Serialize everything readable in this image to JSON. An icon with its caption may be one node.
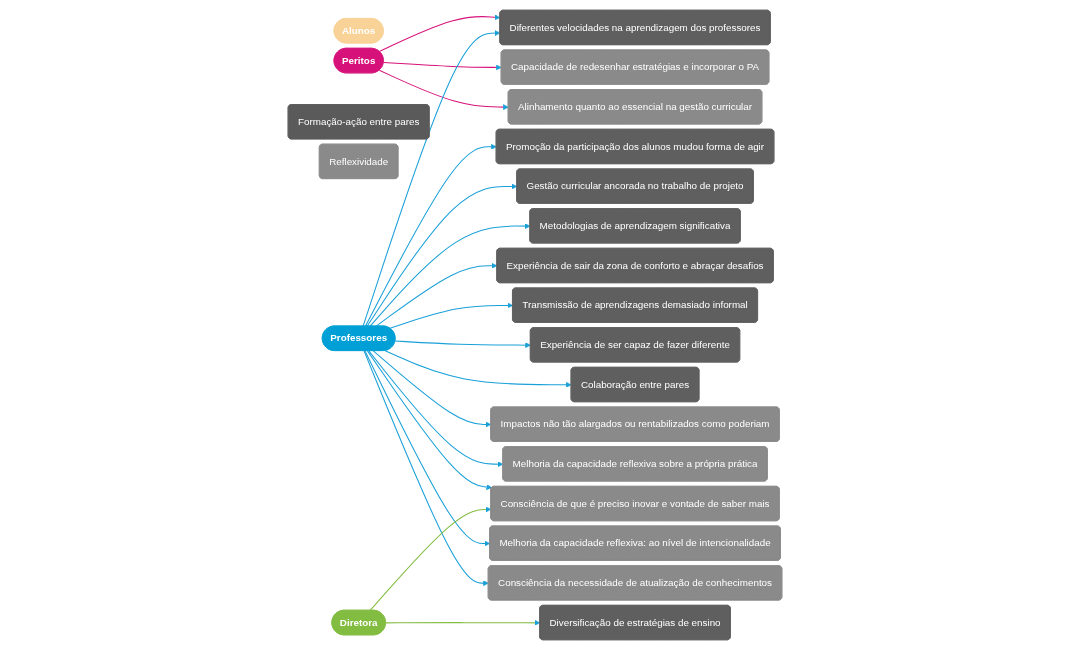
{
  "diagram": {
    "nodes": [
      {
        "text": [
          "Alunos"
        ]
      },
      {
        "text": [
          "Peritos"
        ]
      },
      {
        "text": [
          "Formação-ação entre pares"
        ]
      },
      {
        "text": [
          "Reflexividade"
        ]
      },
      {
        "text": [
          "Metodologias de aprendizagem significativa"
        ]
      },
      {
        "text": [
          "Experiência de ser capaz de fazer diferente"
        ]
      },
      {
        "text": [
          "Promoção da participação dos alunos mudou forma de agir"
        ]
      },
      {
        "text": [
          "Experiência de sair da zona de conforto e abraçar desafios"
        ]
      },
      {
        "text": [
          "Colaboração entre pares"
        ]
      },
      {
        "text": [
          "Diversificação de estratégias de ensino"
        ]
      },
      {
        "text": [
          "Gestão curricular ancorada no trabalho de projeto"
        ]
      },
      {
        "text": [
          "Transmissão de aprendizagens demasiado informal"
        ]
      },
      {
        "text": [
          "Diferentes velocidades na aprendizagem dos professores"
        ]
      },
      {
        "text": [
          "Melhoria da capacidade reflexiva sobre a própria prática"
        ]
      },
      {
        "text": [
          "Alinhamento quanto ao essencial na gestão curricular"
        ]
      },
      {
        "text": [
          "Impactos não tão alargados ou rentabilizados como poderiam"
        ]
      },
      {
        "text": [
          "Capacidade de redesenhar estratégias e incorporar o PA"
        ]
      },
      {
        "text": [
          "Melhoria da capacidade reflexiva: ao nível de intencionalidade"
        ]
      },
      {
        "text": [
          "Consciência de que é preciso inovar e vontade de saber mais"
        ]
      },
      {
        "text": [
          "Consciência da necessidade de atualização de conhecimentos"
        ]
      },
      {
        "text": [
          "Professores"
        ]
      },
      {
        "text": [
          "Diretora"
        ]
      }
    ],
    "edges": [
      {
        "from": 1,
        "to": 12,
        "arrow": "to",
        "color": "#d6127a"
      },
      {
        "from": 1,
        "to": 16,
        "arrow": "to",
        "color": "#d6127a"
      },
      {
        "from": 1,
        "to": 14,
        "arrow": "to",
        "color": "#d6127a"
      },
      {
        "from": 20,
        "to": 6,
        "arrow": "to"
      },
      {
        "from": 20,
        "to": 10,
        "arrow": "to"
      },
      {
        "from": 20,
        "to": 4,
        "arrow": "to"
      },
      {
        "from": 20,
        "to": 7,
        "arrow": "to"
      },
      {
        "from": 20,
        "to": 11,
        "arrow": "to"
      },
      {
        "from": 20,
        "to": 5,
        "arrow": "to"
      },
      {
        "from": 20,
        "to": 8,
        "arrow": "to"
      },
      {
        "from": 20,
        "to": 12,
        "arrow": "to"
      },
      {
        "from": 20,
        "to": 15,
        "arrow": "to"
      },
      {
        "from": 20,
        "to": 13,
        "arrow": "to"
      },
      {
        "from": 20,
        "to": 18,
        "arrow": "to"
      },
      {
        "from": 20,
        "to": 17,
        "arrow": "to"
      },
      {
        "from": 20,
        "to": 19,
        "arrow": "to"
      },
      {
        "from": 21,
        "to": 9,
        "arrow": "to",
        "color": "#82bd41"
      },
      {
        "from": 21,
        "to": 18,
        "arrow": "to",
        "color": "#82bd41"
      }
    ]
  }
}
